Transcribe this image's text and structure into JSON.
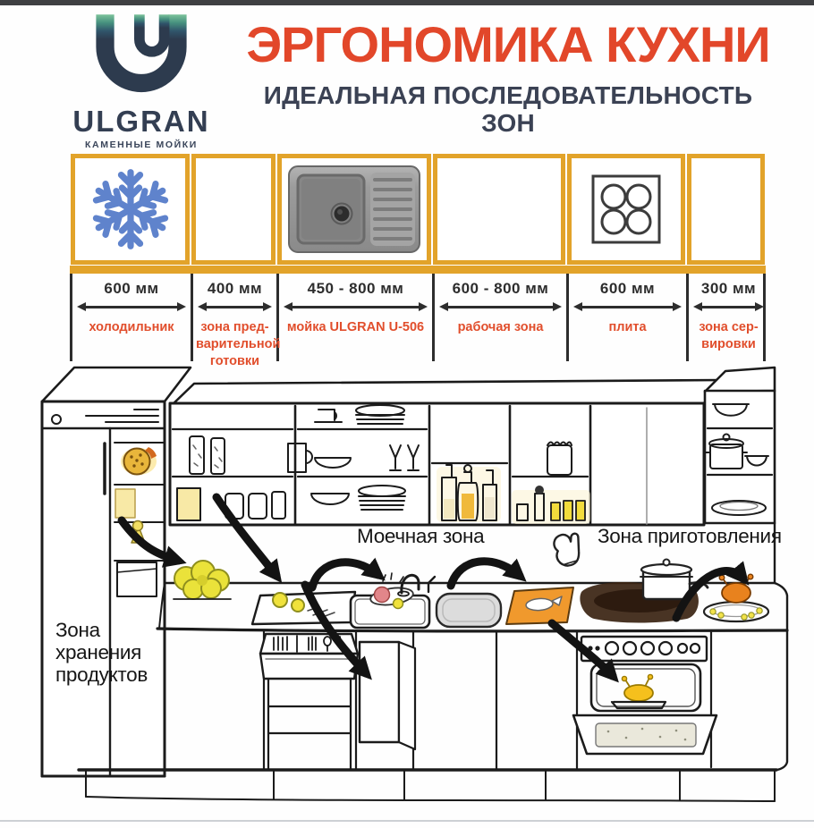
{
  "header": {
    "logo": {
      "brand": "ULGRAN",
      "tagline": "КАМЕННЫЕ МОЙКИ"
    },
    "title": "ЭРГОНОМИКА КУХНИ",
    "subtitle": "ИДЕАЛЬНАЯ ПОСЛЕДОВАТЕЛЬНОСТЬ ЗОН"
  },
  "colors": {
    "title_orange": "#e2472a",
    "subtitle_navy": "#3b4254",
    "zone_border_orange": "#e2a32a",
    "zone_label_red": "#e14e2c",
    "snowflake_blue": "#5f83cc",
    "dimension_dark": "#2d2d2d",
    "sketch_ink": "#161616",
    "accent_yellow": "#eae23a",
    "accent_orange": "#f0992d"
  },
  "icons": {
    "logo": "ulgran-u-icon",
    "zone_fridge": "snowflake-icon",
    "zone_sink": "sink-photo",
    "zone_cooktop": "cooktop-icon",
    "illustration_mitt": "oven-mitt-icon"
  },
  "zones": [
    {
      "dimension": "600 мм",
      "name": "холодильник"
    },
    {
      "dimension": "400 мм",
      "name": "зона пред-\nварительной\nготовки"
    },
    {
      "dimension": "450 - 800 мм",
      "name": "мойка ULGRAN U-506"
    },
    {
      "dimension": "600 - 800 мм",
      "name": "рабочая зона"
    },
    {
      "dimension": "600 мм",
      "name": "плита"
    },
    {
      "dimension": "300 мм",
      "name": "зона сер-\nвировки"
    }
  ],
  "illustration": {
    "storage_label": "Зона\nхранения\nпродуктов",
    "washing_label": "Моечная зона",
    "cooking_label": "Зона приготовления"
  }
}
